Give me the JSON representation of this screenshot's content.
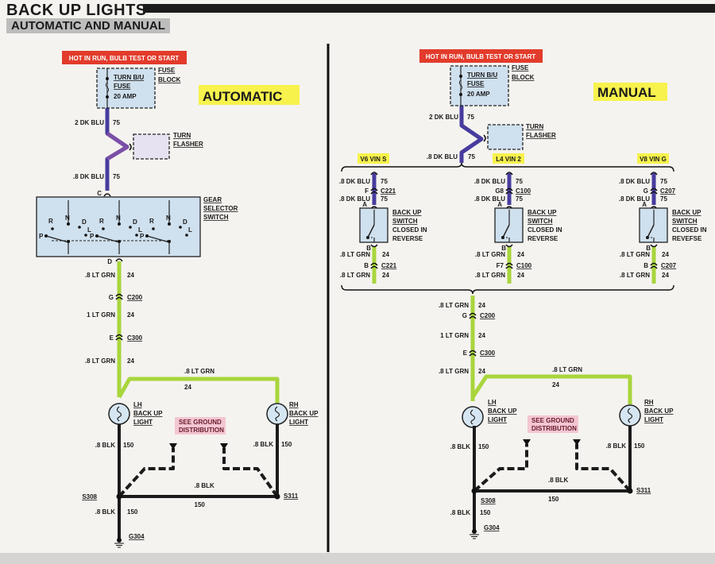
{
  "header": {
    "title": "BACK UP LIGHTS",
    "subtitle": "AUTOMATIC AND MANUAL"
  },
  "colors": {
    "dk_blu": "#473c9e",
    "purple": "#7c4fa8",
    "lt_grn": "#a8d53c",
    "blk": "#1b1b1b",
    "component": "#cfe0ee",
    "banner": "#e23b2b",
    "section_tag": "#f7f24c",
    "note": "#f3c6d2"
  },
  "automatic": {
    "section_label": "AUTOMATIC",
    "banner": "HOT IN RUN,  BULB TEST OR START",
    "fuse_block": [
      "FUSE",
      "BLOCK"
    ],
    "fuse": [
      "TURN B/U",
      "FUSE",
      "20 AMP"
    ],
    "flasher": [
      "TURN",
      "FLASHER"
    ],
    "gear_switch": [
      "GEAR",
      "SELECTOR",
      "SWITCH"
    ],
    "gear_positions": [
      "R",
      "N",
      "D",
      "L",
      "P"
    ],
    "wires": [
      {
        "size": "2 DK BLU",
        "circuit": "75"
      },
      {
        "size": ".8 DK BLU",
        "circuit": "75"
      },
      {
        "size": ".8 LT GRN",
        "circuit": "24"
      },
      {
        "size": "1 LT GRN",
        "circuit": "24"
      },
      {
        "size": ".8 LT GRN",
        "circuit": "24"
      },
      {
        "size": ".8 LT GRN",
        "circuit": "24"
      },
      {
        "size": ".8 BLK",
        "circuit": "150"
      },
      {
        "size": ".8 BLK",
        "circuit": "150"
      },
      {
        "size": ".8 BLK",
        "circuit": "150"
      },
      {
        "size": ".8 BLK",
        "circuit": "150"
      }
    ],
    "connectors": [
      {
        "pin": "C"
      },
      {
        "pin": "D"
      },
      {
        "pin": "G",
        "id": "C200"
      },
      {
        "pin": "E",
        "id": "C300"
      }
    ],
    "lh_light": [
      "LH",
      "BACK UP",
      "LIGHT"
    ],
    "rh_light": [
      "RH",
      "BACK UP",
      "LIGHT"
    ],
    "ground_note": [
      "SEE GROUND",
      "DISTRIBUTION"
    ],
    "splices": [
      "S308",
      "S311"
    ],
    "ground": "G304"
  },
  "manual": {
    "section_label": "MANUAL",
    "banner": "HOT IN RUN,  BULB TEST OR START",
    "fuse_block": [
      "FUSE",
      "BLOCK"
    ],
    "fuse": [
      "TURN B/U",
      "FUSE",
      "20 AMP"
    ],
    "flasher": [
      "TURN",
      "FLASHER"
    ],
    "wires_top": [
      {
        "size": "2 DK BLU",
        "circuit": "75"
      },
      {
        "size": ".8 DK BLU",
        "circuit": "75"
      }
    ],
    "variants": [
      {
        "tag": "V6 VIN S",
        "wires": [
          {
            "size": ".8 DK BLU",
            "circuit": "75"
          },
          {
            "size": ".8 DK BLU",
            "circuit": "75"
          },
          {
            "size": ".8 LT GRN",
            "circuit": "24"
          },
          {
            "size": ".8 LT GRN",
            "circuit": "24"
          }
        ],
        "conn_top": {
          "pin": "F",
          "id": "C221"
        },
        "pin_a": "A",
        "pin_b": "B",
        "conn_bottom": {
          "pin": "B",
          "id": "C221"
        },
        "switch": [
          "BACK UP",
          "SWITCH",
          "CLOSED IN",
          "REVERSE"
        ]
      },
      {
        "tag": "L4 VIN 2",
        "wires": [
          {
            "size": ".8 DK BLU",
            "circuit": "75"
          },
          {
            "size": ".8 DK BLU",
            "circuit": "75"
          },
          {
            "size": ".8 LT GRN",
            "circuit": "24"
          },
          {
            "size": ".8 LT GRN",
            "circuit": "24"
          }
        ],
        "conn_top": {
          "pin": "G8",
          "id": "C100"
        },
        "pin_a": "A",
        "pin_b": "B",
        "conn_bottom": {
          "pin": "F7",
          "id": "C100"
        },
        "switch": [
          "BACK UP",
          "SWITCH",
          "CLOSED IN",
          "REVERSE"
        ]
      },
      {
        "tag": "V8 VIN G",
        "wires": [
          {
            "size": ".8 DK BLU",
            "circuit": "75"
          },
          {
            "size": ".8 DK BLU",
            "circuit": "75"
          },
          {
            "size": ".8 LT GRN",
            "circuit": "24"
          },
          {
            "size": ".8 LT GRN",
            "circuit": "24"
          }
        ],
        "conn_top": {
          "pin": "G",
          "id": "C207"
        },
        "pin_a": "A",
        "pin_b": "B",
        "conn_bottom": {
          "pin": "B",
          "id": "C207"
        },
        "switch": [
          "BACK UP",
          "SWITCH",
          "CLOSED IN",
          "REVEFSE"
        ]
      }
    ],
    "wires": [
      {
        "size": ".8 LT GRN",
        "circuit": "24"
      },
      {
        "size": "1 LT GRN",
        "circuit": "24"
      },
      {
        "size": ".8 LT GRN",
        "circuit": "24"
      },
      {
        "size": ".8 LT GRN",
        "circuit": "24"
      },
      {
        "size": ".8 BLK",
        "circuit": "150"
      },
      {
        "size": ".8 BLK",
        "circuit": "150"
      },
      {
        "size": ".8 BLK",
        "circuit": "150"
      },
      {
        "size": ".8 BLK",
        "circuit": "150"
      }
    ],
    "connectors": [
      {
        "pin": "G",
        "id": "C200"
      },
      {
        "pin": "E",
        "id": "C300"
      }
    ],
    "lh_light": [
      "LH",
      "BACK UP",
      "LIGHT"
    ],
    "rh_light": [
      "RH",
      "BACK UP",
      "LIGHT"
    ],
    "ground_note": [
      "SEE GROUND",
      "DISTRIBUTION"
    ],
    "splices": [
      "S308",
      "S311"
    ],
    "ground": "G304"
  }
}
